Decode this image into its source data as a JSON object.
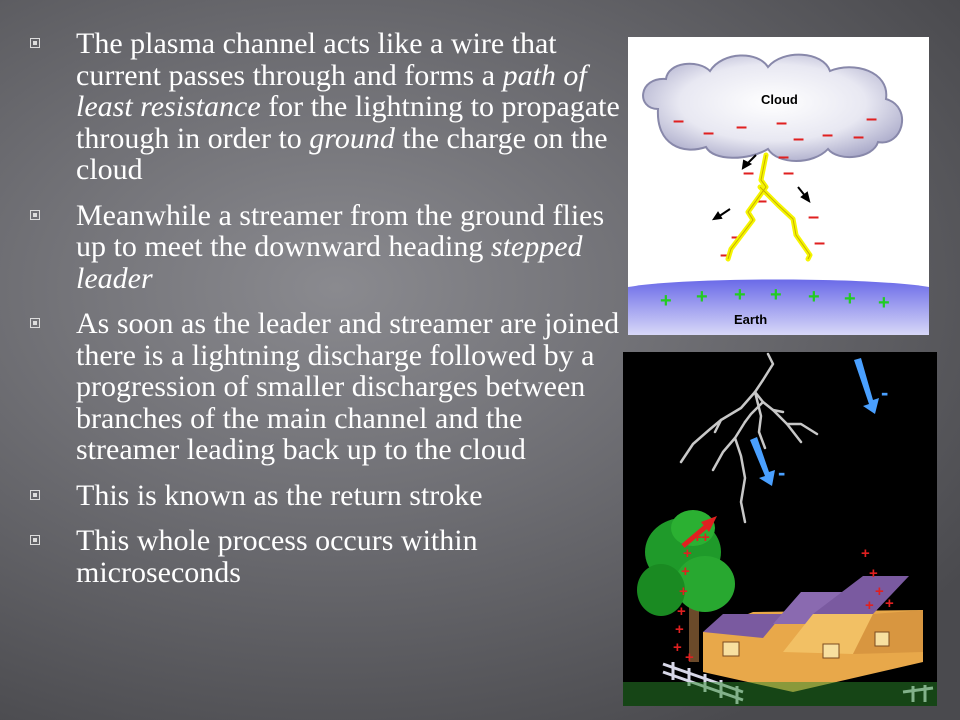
{
  "bullets": [
    {
      "segments": [
        "The plasma channel acts like a wire that current passes through and forms a ",
        "path of least resistance",
        " for the lightning to propagate through in order to ",
        "ground",
        " the charge on the cloud"
      ]
    },
    {
      "segments": [
        "Meanwhile a streamer from the ground flies up to meet the downward heading ",
        "stepped leader"
      ]
    },
    {
      "segments": [
        "As soon as the leader and streamer are joined there is a lightning discharge followed by a progression of smaller discharges between branches of the main channel and the streamer leading back up to the cloud"
      ]
    },
    {
      "segments": [
        "This is known as the return stroke"
      ]
    },
    {
      "segments": [
        "This whole process occurs within microseconds"
      ]
    }
  ],
  "diagram": {
    "cloud_label": "Cloud",
    "earth_label": "Earth",
    "minus": "–",
    "plus": "+"
  },
  "photo": {
    "minus": "-",
    "plus": "+"
  },
  "colors": {
    "background": "#6e6e73",
    "text": "#ffffff",
    "bolt": "#f5f500",
    "minus": "#e02020",
    "plus": "#22cc22",
    "earth": "#6a6ae0"
  }
}
